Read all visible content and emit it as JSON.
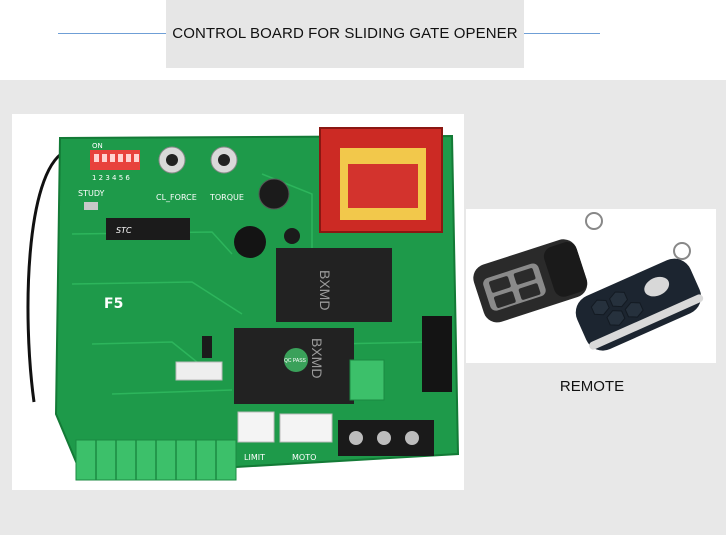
{
  "header": {
    "title": "CONTROL BOARD FOR SLIDING GATE OPENER"
  },
  "remote": {
    "caption": "REMOTE"
  },
  "colors": {
    "pcb_green": "#1e9a4a",
    "relay_black": "#222222",
    "transformer_red": "#cc2a24",
    "background_gray": "#e8e8e8",
    "title_band": "#e6e6e6",
    "rule_blue": "#6f9fd6"
  },
  "board_labels": {
    "dip_on": "ON",
    "dip_numbers": "1 2 3 4 5 6",
    "study": "STUDY",
    "cl_force": "CL_FORCE",
    "torque": "TORQUE",
    "relay_brand_1": "BXMD",
    "relay_brand_2": "BXMD",
    "qc_pass": "QC PASS",
    "limit": "LIMIT",
    "moto": "MOTO",
    "fuse": "F5",
    "mcu": "STC"
  }
}
